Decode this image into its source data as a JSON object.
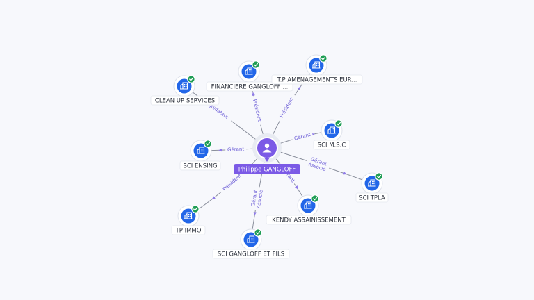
{
  "colors": {
    "person": "#7b5ae6",
    "company": "#2266e8",
    "verified": "#1f9d55",
    "edge": "#8a8f9c",
    "edge_label": "#6a5bd6"
  },
  "center": {
    "name": "Philippe GANGLOFF",
    "icon": "person-icon"
  },
  "companies": [
    {
      "id": "clean-up-services",
      "name": "CLEAN UP SERVICES",
      "icon": "building-icon",
      "verified": true,
      "relation": [
        "Liquidateur"
      ]
    },
    {
      "id": "financiere-gangloff",
      "name": "FINANCIERE GANGLOFF ...",
      "icon": "building-icon",
      "verified": true,
      "relation": [
        "Président"
      ]
    },
    {
      "id": "tp-amenagements",
      "name": "T.P AMENAGEMENTS EUR...",
      "icon": "building-icon",
      "verified": true,
      "relation": [
        "Président"
      ]
    },
    {
      "id": "sci-msc",
      "name": "SCI M.S.C",
      "icon": "building-icon",
      "verified": true,
      "relation": [
        "Gérant"
      ]
    },
    {
      "id": "sci-ensing",
      "name": "SCI ENSING",
      "icon": "building-icon",
      "verified": true,
      "relation": [
        "Gérant"
      ]
    },
    {
      "id": "sci-tpla",
      "name": "SCI TPLA",
      "icon": "building-icon",
      "verified": true,
      "relation": [
        "Gérant",
        "Associé"
      ]
    },
    {
      "id": "tp-immo",
      "name": "TP IMMO",
      "icon": "building-icon",
      "verified": true,
      "relation": [
        "Président"
      ]
    },
    {
      "id": "kendy-assainissement",
      "name": "KENDY ASSAINISSEMENT",
      "icon": "building-icon",
      "verified": true,
      "relation": [
        "Gérant"
      ]
    },
    {
      "id": "sci-gangloff-et-fils",
      "name": "SCI GANGLOFF ET FILS",
      "icon": "building-icon",
      "verified": true,
      "relation": [
        "Gérant",
        "Associé"
      ]
    }
  ]
}
